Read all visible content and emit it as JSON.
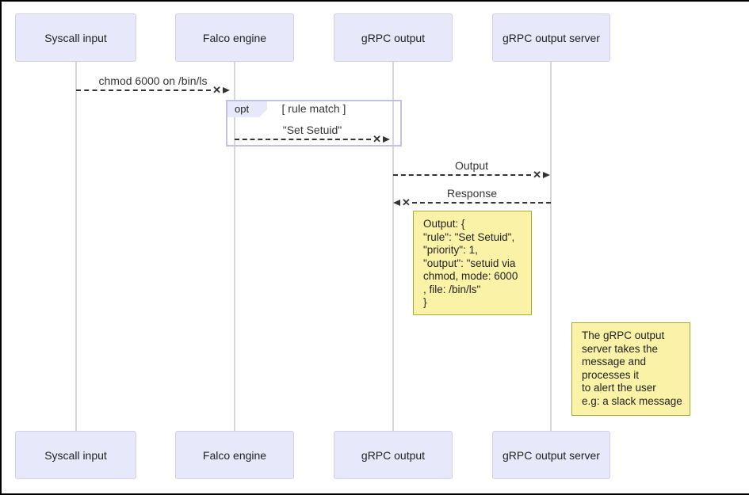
{
  "colors": {
    "frame": "#000000",
    "actor-fill": "#e8e8fb",
    "actor-border": "#cfcfe8",
    "lifeline": "#d6d6d6",
    "message": "#333333",
    "text": "#222222",
    "fragment-border": "#c2c2e0",
    "fragment-label-fill": "#e8e8fb",
    "note-fill": "#faf2a6",
    "note-border": "#aaaa33"
  },
  "actors": [
    {
      "label": "Syscall input"
    },
    {
      "label": "Falco engine"
    },
    {
      "label": "gRPC output"
    },
    {
      "label": "gRPC output server"
    }
  ],
  "messages": [
    {
      "label": "chmod 6000 on /bin/ls",
      "from": "Syscall input",
      "to": "Falco engine",
      "style": "dashed-cross-arrow"
    },
    {
      "label": "\"Set Setuid\"",
      "from": "Falco engine",
      "to": "gRPC output",
      "style": "dashed-cross-arrow"
    },
    {
      "label": "Output",
      "from": "gRPC output",
      "to": "gRPC output server",
      "style": "dashed-cross-arrow"
    },
    {
      "label": "Response",
      "from": "gRPC output server",
      "to": "gRPC output",
      "style": "dashed-cross-arrow"
    }
  ],
  "fragment": {
    "operator": "opt",
    "guard": "[ rule match ]"
  },
  "notes": [
    {
      "lines": [
        "Output: {",
        "\"rule\": \"Set Setuid\",",
        "\"priority\": 1,",
        "\"output\": \"setuid via",
        "chmod, mode: 6000",
        ", file: /bin/ls\"",
        "}"
      ]
    },
    {
      "lines": [
        "The gRPC output",
        "server takes the",
        "message and",
        "processes it",
        "to alert the user",
        "e.g: a slack message"
      ]
    }
  ]
}
